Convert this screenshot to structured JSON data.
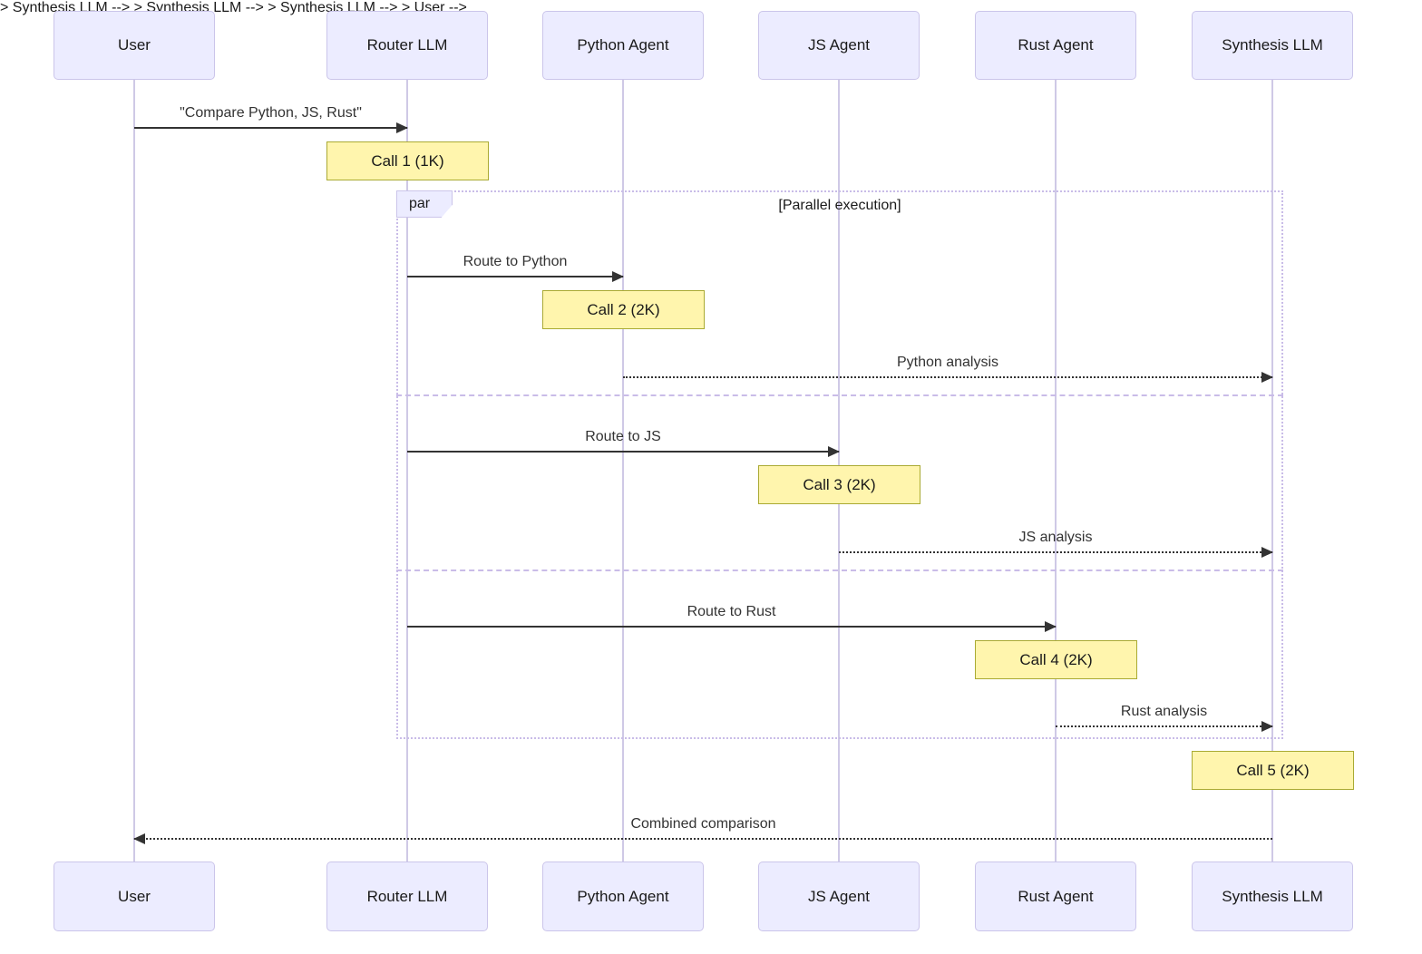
{
  "diagram_type": "sequence",
  "colors": {
    "actor_fill": "#ECECFF",
    "actor_border": "#CBC5EA",
    "lifeline": "#CFC9E6",
    "note_fill": "#FFF5AD",
    "note_border": "#AAAA33",
    "line": "#333333",
    "frame_border": "#C9BCE8"
  },
  "actors": [
    {
      "label": "User"
    },
    {
      "label": "Router LLM"
    },
    {
      "label": "Python Agent"
    },
    {
      "label": "JS Agent"
    },
    {
      "label": "Rust Agent"
    },
    {
      "label": "Synthesis LLM"
    }
  ],
  "messages": [
    {
      "label": "\"Compare Python, JS, Rust\"",
      "style": "solid",
      "from": "User",
      "to": "Router LLM"
    },
    {
      "label": "Route to Python",
      "style": "solid",
      "from": "Router LLM",
      "to": "Python Agent"
    },
    {
      "label": "Python analysis",
      "style": "dashed",
      "from": "Python Agent",
      "to": "Synthesis LLM"
    },
    {
      "label": "Route to JS",
      "style": "solid",
      "from": "Router LLM",
      "to": "JS Agent"
    },
    {
      "label": "JS analysis",
      "style": "dashed",
      "from": "JS Agent",
      "to": "Synthesis LLM"
    },
    {
      "label": "Route to Rust",
      "style": "solid",
      "from": "Router LLM",
      "to": "Rust Agent"
    },
    {
      "label": "Rust analysis",
      "style": "dashed",
      "from": "Rust Agent",
      "to": "Synthesis LLM"
    },
    {
      "label": "Combined comparison",
      "style": "dashed",
      "from": "Synthesis LLM",
      "to": "User"
    }
  ],
  "notes": [
    {
      "label": "Call 1 (1K)",
      "over": "Router LLM"
    },
    {
      "label": "Call 2 (2K)",
      "over": "Python Agent"
    },
    {
      "label": "Call 3 (2K)",
      "over": "JS Agent"
    },
    {
      "label": "Call 4 (2K)",
      "over": "Rust Agent"
    },
    {
      "label": "Call 5 (2K)",
      "over": "Synthesis LLM"
    }
  ],
  "par_block": {
    "label": "par",
    "condition": "[Parallel execution]"
  }
}
